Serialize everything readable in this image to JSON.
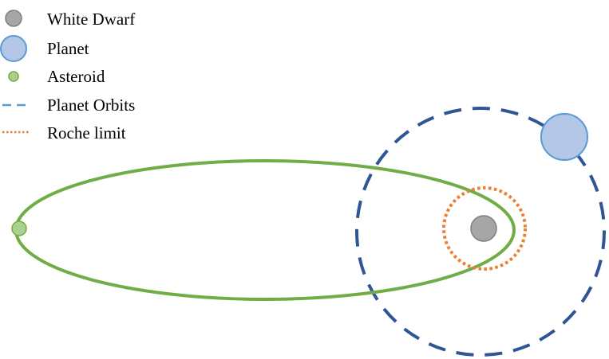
{
  "legend": {
    "items": [
      {
        "key": "white_dwarf",
        "label": "White Dwarf"
      },
      {
        "key": "planet",
        "label": "Planet"
      },
      {
        "key": "asteroid",
        "label": "Asteroid"
      },
      {
        "key": "planet_orbits",
        "label": "Planet Orbits"
      },
      {
        "key": "roche_limit",
        "label": "Roche limit"
      }
    ]
  },
  "colors": {
    "white_dwarf_fill": "#a6a6a6",
    "white_dwarf_stroke": "#7f7f7f",
    "planet_fill": "#b4c7e7",
    "planet_stroke": "#5b9bd5",
    "asteroid_fill": "#a9d18e",
    "asteroid_stroke": "#70ad47",
    "asteroid_orbit": "#70ad47",
    "planet_orbit_swatch": "#5b9bd5",
    "planet_orbit": "#2f5597",
    "roche_limit": "#ed7d31"
  }
}
